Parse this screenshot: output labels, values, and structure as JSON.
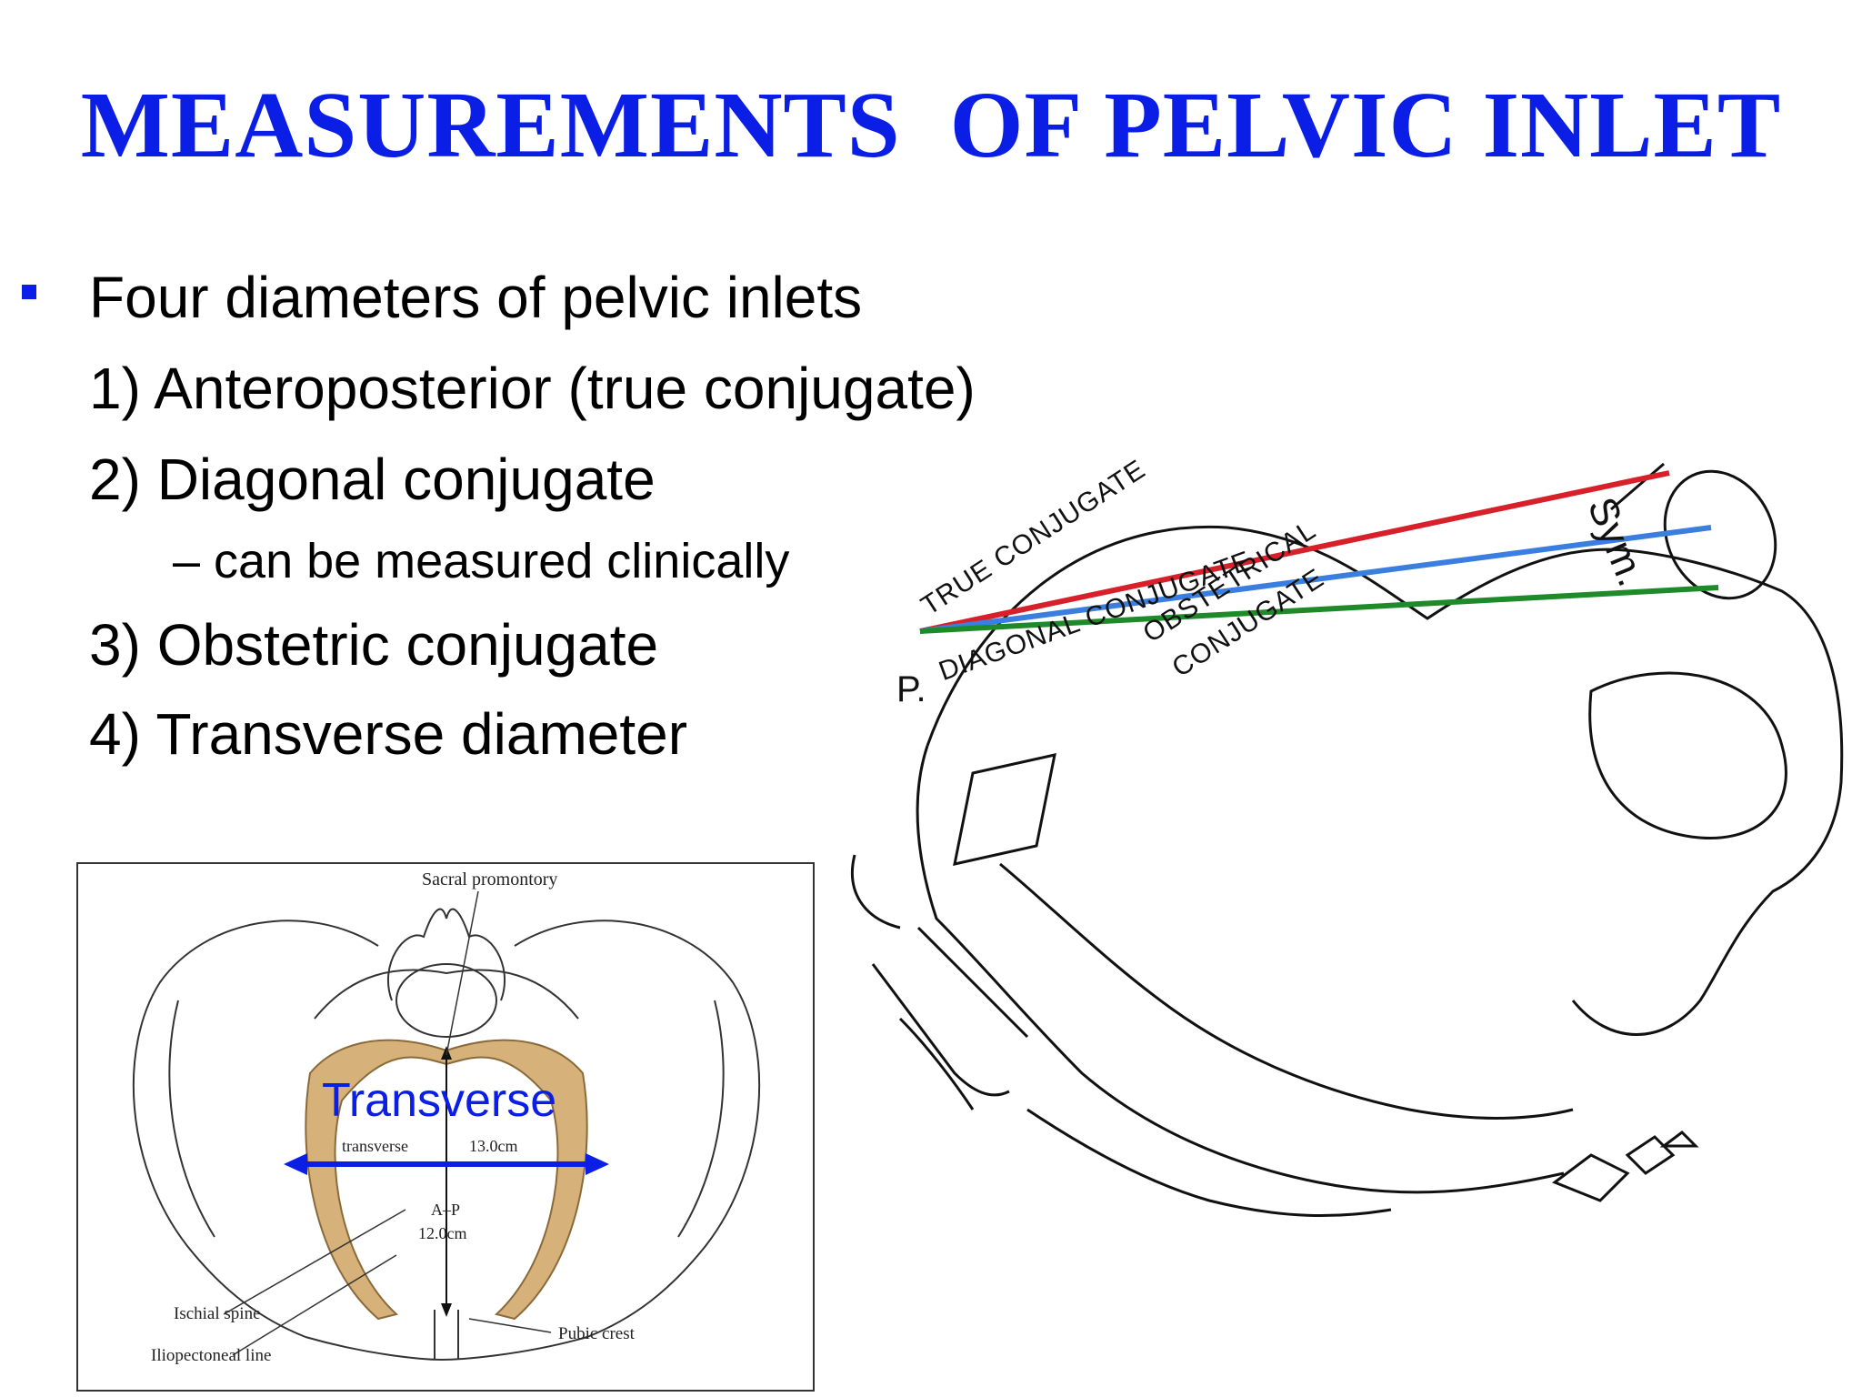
{
  "title": "MEASUREMENTS  OF PELVIC INLET",
  "bullets": {
    "main": "Four diameters of pelvic inlets",
    "items": [
      "1) Anteroposterior (true conjugate)",
      "2) Diagonal conjugate",
      "– can be measured clinically",
      "3) Obstetric conjugate",
      "4) Transverse diameter"
    ]
  },
  "left_figure": {
    "sacral_promontory": "Sacral promontory",
    "overlay_label": "Transverse",
    "transverse": "transverse",
    "transverse_value": "13.0cm",
    "ap_label": "A–P",
    "ap_value": "12.0cm",
    "ischial_spine": "Ischial spine",
    "iliopectineal_line": "Iliopectoneal line",
    "pubic_crest": "Pubic crest",
    "colors": {
      "arrow": "#0b1ee6",
      "fill": "#d6b27a"
    }
  },
  "right_figure": {
    "true_conjugate": "TRUE CONJUGATE",
    "obstetrical": "OBSTETRICAL",
    "conjugate": "CONJUGATE",
    "diagonal_conjugate": "DIAGONAL CONJUGATE",
    "sym": "Sym.",
    "p": "P.",
    "colors": {
      "true": "#d8202a",
      "obstetric": "#3a7fe0",
      "diagonal": "#1f8a2a"
    }
  }
}
